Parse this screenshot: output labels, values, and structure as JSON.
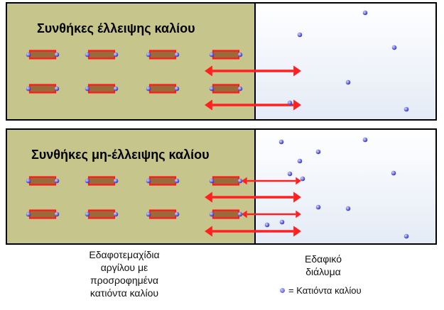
{
  "panels": [
    {
      "title": "Συνθήκες έλλειψης καλίου"
    },
    {
      "title": "Συνθήκες μη-έλλειψης καλίου"
    }
  ],
  "captions": {
    "clay": [
      "Εδαφοτεμαχίδια",
      "αργίλου με",
      "προσροφημένα",
      "κατιόντα καλίου"
    ],
    "solution": [
      "Εδαφικό",
      "διάλυμα"
    ]
  },
  "legend": {
    "label": "= Κατιόντα καλίου"
  },
  "colors": {
    "clay_fill": "#c6c68c",
    "clay_particle": "#9a6a3a",
    "particle_border": "#ff1a1a",
    "arrow": "#ff2020",
    "solution_fill": "#eef2fa",
    "ion": "#4a4ad8",
    "frame": "#000000"
  }
}
